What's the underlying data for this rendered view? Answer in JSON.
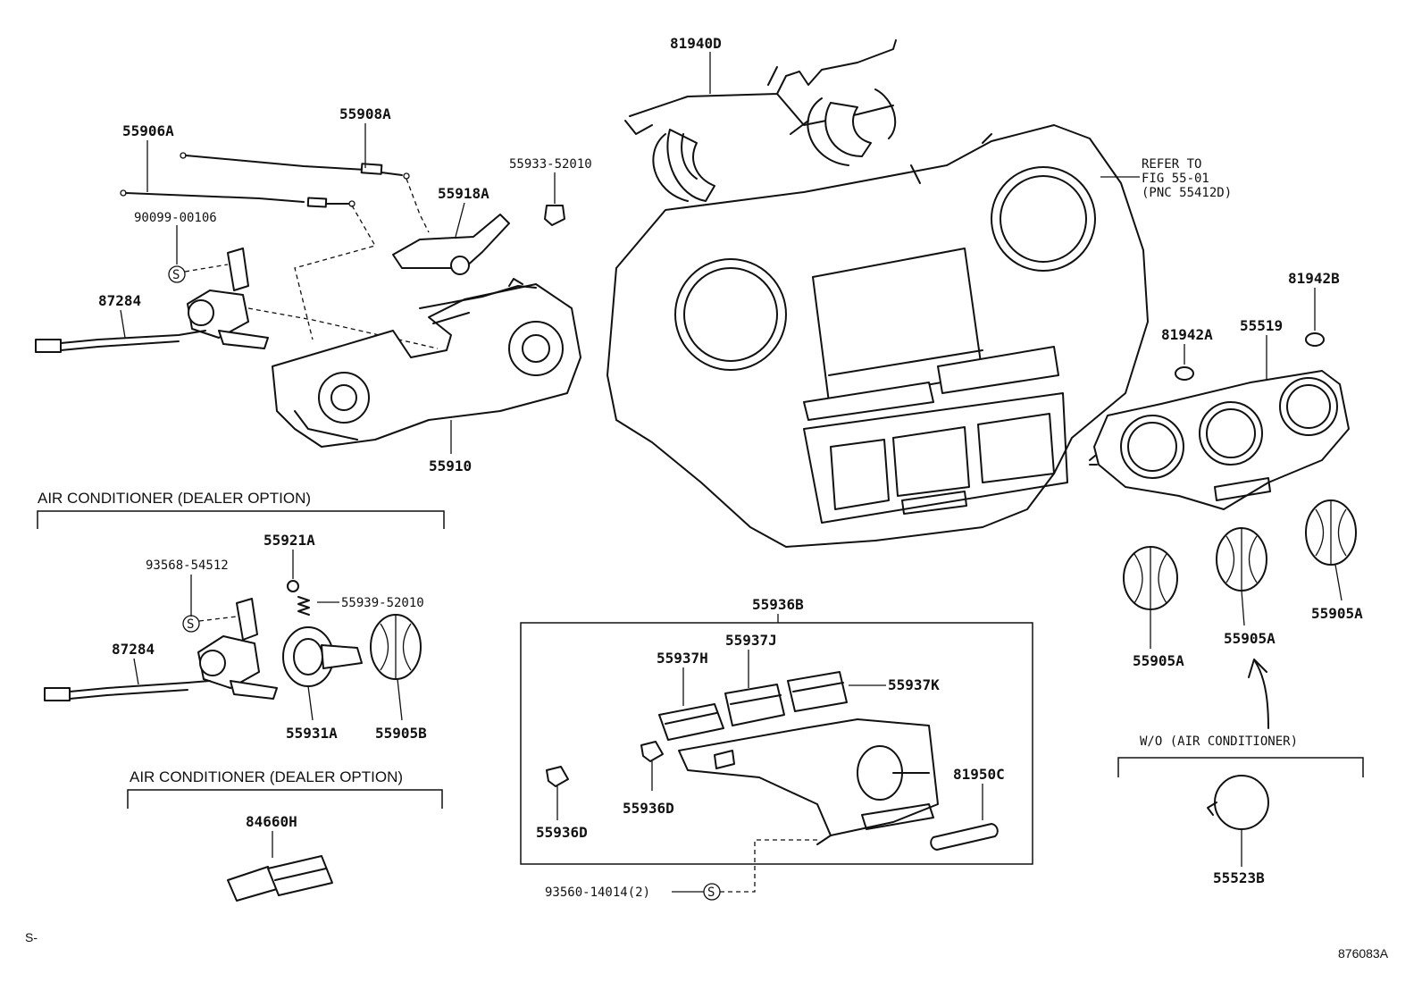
{
  "labels": {
    "p81940D": "81940D",
    "p55906A": "55906A",
    "p55908A": "55908A",
    "p55933": "55933-52010",
    "p55918A": "55918A",
    "p90099": "90099-00106",
    "p87284a": "87284",
    "p55910": "55910",
    "refer1": "REFER TO",
    "refer2": "FIG 55-01",
    "refer3": "(PNC 55412D)",
    "p81942B": "81942B",
    "p81942A": "81942A",
    "p55519": "55519",
    "p55921A": "55921A",
    "p93568": "93568-54512",
    "p55939": "55939-52010",
    "p87284b": "87284",
    "p55931A": "55931A",
    "p55905B": "55905B",
    "p84660H": "84660H",
    "p55936B": "55936B",
    "p55937J": "55937J",
    "p55937H": "55937H",
    "p55937K": "55937K",
    "p81950C": "81950C",
    "p55936D1": "55936D",
    "p55936D2": "55936D",
    "p93560": "93560-14014(2)",
    "p55905A1": "55905A",
    "p55905A2": "55905A",
    "p55905A3": "55905A",
    "p55523B": "55523B",
    "cap_ac1": "AIR CONDITIONER (DEALER OPTION)",
    "cap_ac2": "AIR CONDITIONER (DEALER OPTION)",
    "cap_wo": "W/O (AIR CONDITIONER)",
    "s1": "S",
    "s2": "S",
    "s3": "S",
    "foot_left": "S-",
    "foot_right": "876083A"
  }
}
